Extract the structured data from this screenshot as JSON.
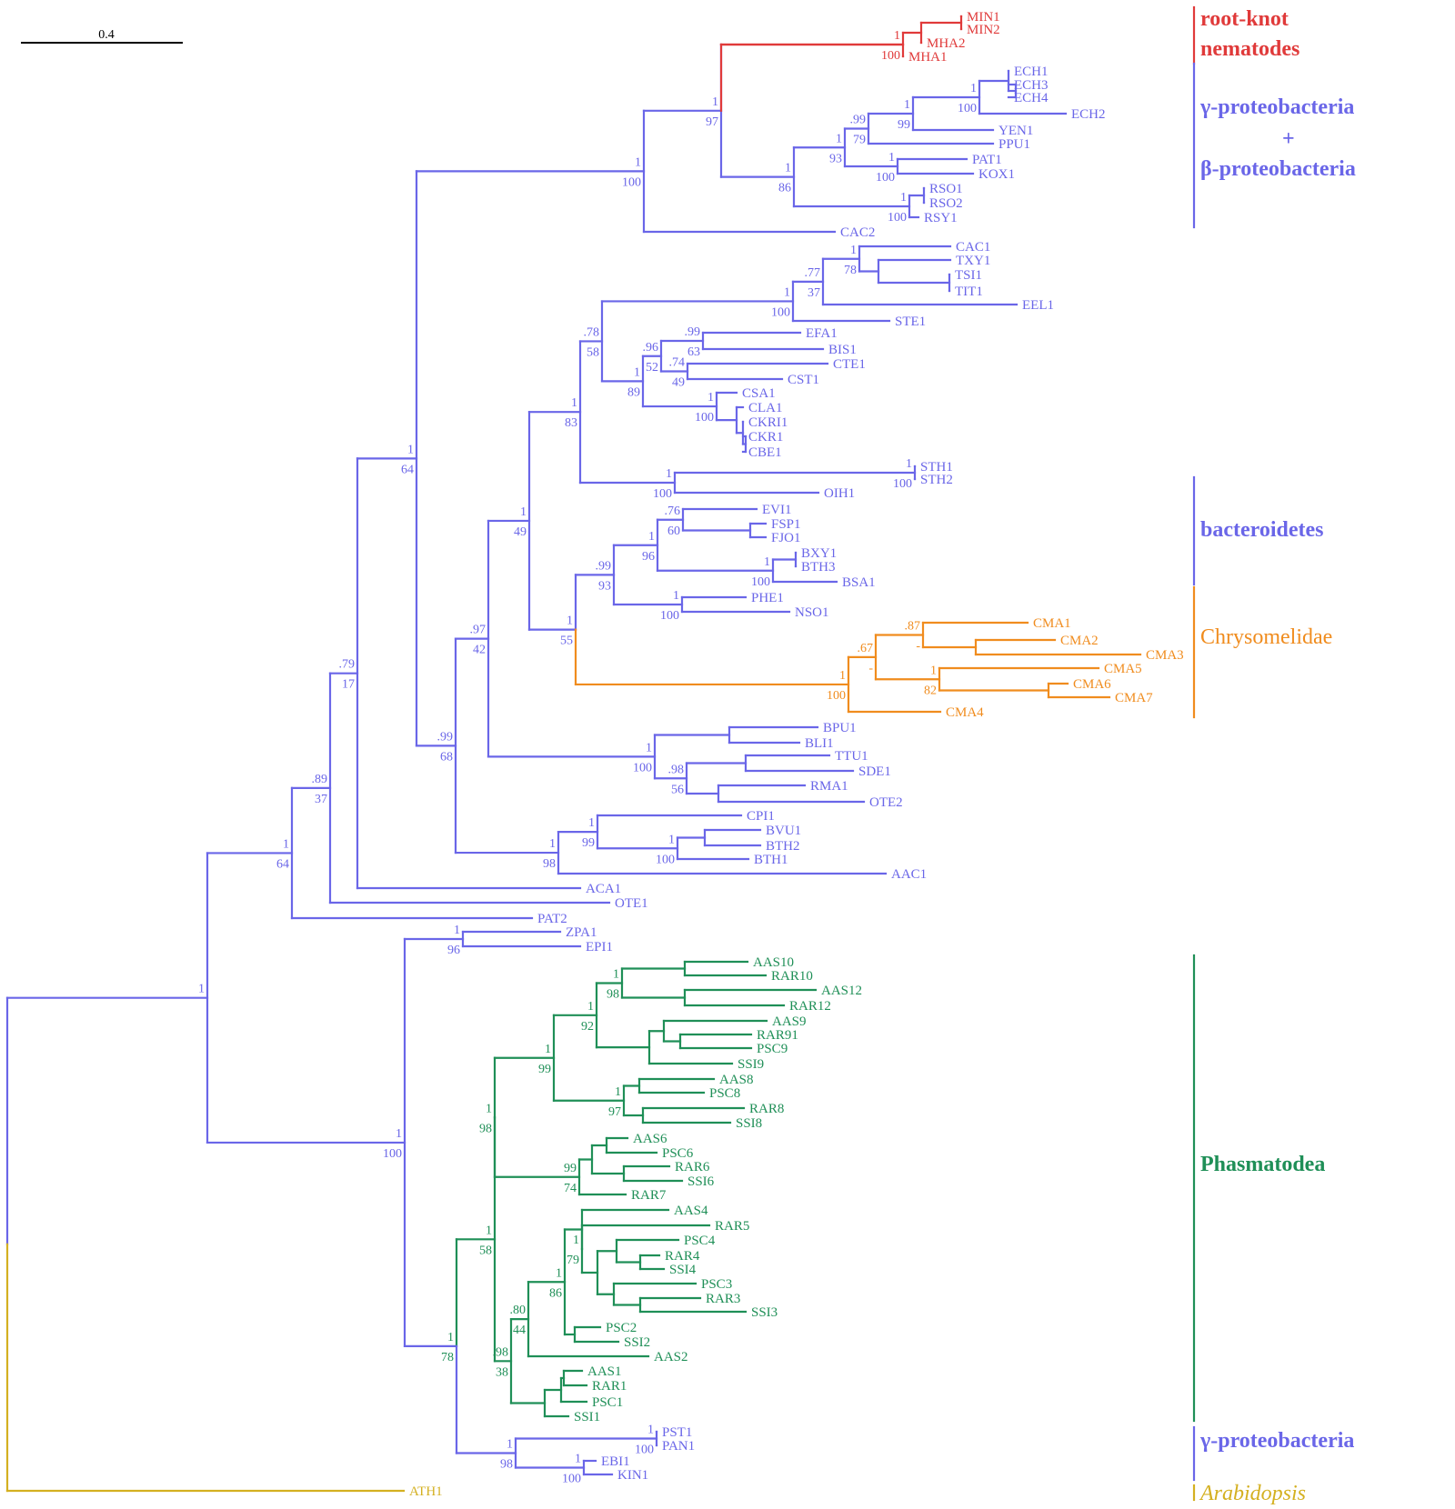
{
  "colors": {
    "bacteria": "#6a66e8",
    "nematodes": "#e03a3a",
    "chrysomelidae": "#f08c1e",
    "phasmatodea": "#1f8f57",
    "arabidopsis": "#d4b021",
    "scale": "#000000"
  },
  "scale_bar": {
    "label": "0.4"
  },
  "groups": {
    "rkn1": "root-knot",
    "rkn2": "nematodes",
    "gb1": "γ-proteobacteria",
    "gb2": "+",
    "gb3": "β-proteobacteria",
    "bac": "bacteroidetes",
    "chr": "Chrysomelidae",
    "pha": "Phasmatodea",
    "gp": "γ-proteobacteria",
    "ara": "Arabidopsis"
  },
  "tips": {
    "MIN1": "MIN1",
    "MIN2": "MIN2",
    "MHA2": "MHA2",
    "MHA1": "MHA1",
    "ECH1": "ECH1",
    "ECH3": "ECH3",
    "ECH4": "ECH4",
    "ECH2": "ECH2",
    "YEN1": "YEN1",
    "PPU1": "PPU1",
    "PAT1": "PAT1",
    "KOX1": "KOX1",
    "RSO1": "RSO1",
    "RSO2": "RSO2",
    "RSY1": "RSY1",
    "CAC2": "CAC2",
    "CAC1": "CAC1",
    "TXY1": "TXY1",
    "TSI1": "TSI1",
    "TIT1": "TIT1",
    "EEL1": "EEL1",
    "STE1": "STE1",
    "EFA1": "EFA1",
    "BIS1": "BIS1",
    "CTE1": "CTE1",
    "CST1": "CST1",
    "CSA1": "CSA1",
    "CLA1": "CLA1",
    "CKRI1": "CKRI1",
    "CKR1": "CKR1",
    "CBE1": "CBE1",
    "STH1": "STH1",
    "STH2": "STH2",
    "OIH1": "OIH1",
    "EVI1": "EVI1",
    "FSP1": "FSP1",
    "FJO1": "FJO1",
    "BXY1": "BXY1",
    "BTH3": "BTH3",
    "BSA1": "BSA1",
    "PHE1": "PHE1",
    "NSO1": "NSO1",
    "CMA1": "CMA1",
    "CMA2": "CMA2",
    "CMA3": "CMA3",
    "CMA5": "CMA5",
    "CMA6": "CMA6",
    "CMA7": "CMA7",
    "CMA4": "CMA4",
    "BPU1": "BPU1",
    "BLI1": "BLI1",
    "TTU1": "TTU1",
    "SDE1": "SDE1",
    "RMA1": "RMA1",
    "OTE2": "OTE2",
    "CPI1": "CPI1",
    "BVU1": "BVU1",
    "BTH2": "BTH2",
    "BTH1": "BTH1",
    "AAC1": "AAC1",
    "ACA1": "ACA1",
    "OTE1": "OTE1",
    "PAT2": "PAT2",
    "ZPA1": "ZPA1",
    "EPI1": "EPI1",
    "AAS10": "AAS10",
    "RAR10": "RAR10",
    "AAS12": "AAS12",
    "RAR12": "RAR12",
    "AAS9": "AAS9",
    "RAR91": "RAR91",
    "PSC9": "PSC9",
    "SSI9": "SSI9",
    "AAS8": "AAS8",
    "PSC8": "PSC8",
    "RAR8": "RAR8",
    "SSI8": "SSI8",
    "AAS6": "AAS6",
    "PSC6": "PSC6",
    "RAR6": "RAR6",
    "SSI6": "SSI6",
    "RAR7": "RAR7",
    "AAS4": "AAS4",
    "RAR5": "RAR5",
    "PSC4": "PSC4",
    "RAR4": "RAR4",
    "SSI4": "SSI4",
    "PSC3": "PSC3",
    "RAR3": "RAR3",
    "SSI3": "SSI3",
    "PSC2": "PSC2",
    "SSI2": "SSI2",
    "AAS2": "AAS2",
    "AAS1": "AAS1",
    "RAR1": "RAR1",
    "PSC1": "PSC1",
    "SSI1": "SSI1",
    "PST1": "PST1",
    "PAN1": "PAN1",
    "EBI1": "EBI1",
    "KIN1": "KIN1",
    "ATH1": "ATH1"
  },
  "support": {
    "mhaA": "1",
    "mhaB": "100",
    "gbA": "1",
    "gbB": "97",
    "gbrA": "1",
    "gbrB": "100",
    "ech14A": "1",
    "ech14B": "100",
    "echA": "1",
    "echB": "99",
    "yppA": ".99",
    "yppB": "79",
    "yenA": "1",
    "yenB": "93",
    "patA": "1",
    "patB": "100",
    "entA": "1",
    "entB": "86",
    "rsoA": "1",
    "rsoB": "100",
    "bgA": "1",
    "bgB": "64",
    "cacA": "1",
    "cacB": "78",
    "tsiA": ".77",
    "tsiB": "37",
    "clA": "1",
    "clB": "100",
    "efaA": ".99",
    "efaB": "63",
    "cteA": ".74",
    "cteB": "49",
    "ecA": ".96",
    "ecB": "52",
    "cglA": "1",
    "cglB": "89",
    "csaA": "1",
    "csaB": "100",
    "firA": ".78",
    "firB": "58",
    "sthA": "1",
    "sthB": "100",
    "oihA": "1",
    "oihB": "100",
    "bacinA": "1",
    "bacinB": "83",
    "eviA": ".76",
    "eviB": "60",
    "bxyA": "1",
    "bxyB": "100",
    "flaA": "1",
    "flaB": "96",
    "pheA": "1",
    "pheB": "100",
    "bctA": ".99",
    "bctB": "93",
    "cmaA": ".87",
    "cmaB": "-",
    "cma5A": "1",
    "cma5B": "82",
    "cmaiA": ".67",
    "cmaiB": "-",
    "cmaxA": "1",
    "cmaxB": "100",
    "bcA": "1",
    "bcB": "55",
    "bcfA": "1",
    "bcfB": "49",
    "ttuA": ".98",
    "ttuB": "56",
    "bacA": "1",
    "bacB": "100",
    "mixA": ".97",
    "mixB": "42",
    "bvuA": "1",
    "bvuB": "100",
    "cpiA": "1",
    "cpiB": "99",
    "bthA": "1",
    "bthB": "98",
    "grpA": ".99",
    "grpB": "68",
    "bgfA": "1",
    "bgfB": "64",
    "acaA": ".79",
    "acaB": "17",
    "oteA": ".89",
    "oteB": "37",
    "patgA": "1",
    "patgB": "64",
    "zpaA": "1",
    "zpaB": "96",
    "aas10A": "1",
    "aas10B": "98",
    "aas9A": "1",
    "aas9B": "92",
    "aas8A": "1",
    "aas8B": "97",
    "grp8A": "1",
    "grp8B": "99",
    "aas6A": "99",
    "aas6B": "74",
    "ph1A": "1",
    "ph1B": "98",
    "psc4A": "1",
    "psc4B": "79",
    "aas4A": "1",
    "aas4B": "86",
    "aas2A": ".80",
    "aas2B": "44",
    "aas1A": ".98",
    "aas1B": "38",
    "ph2A": "1",
    "ph2B": "58",
    "pstA": "1",
    "pstB": "100",
    "ebiA": "1",
    "ebiB": "100",
    "gpA": "1",
    "gpB": "98",
    "phgA": "1",
    "phgB": "78",
    "lowA": "1",
    "lowB": "100",
    "rootA": "1"
  }
}
